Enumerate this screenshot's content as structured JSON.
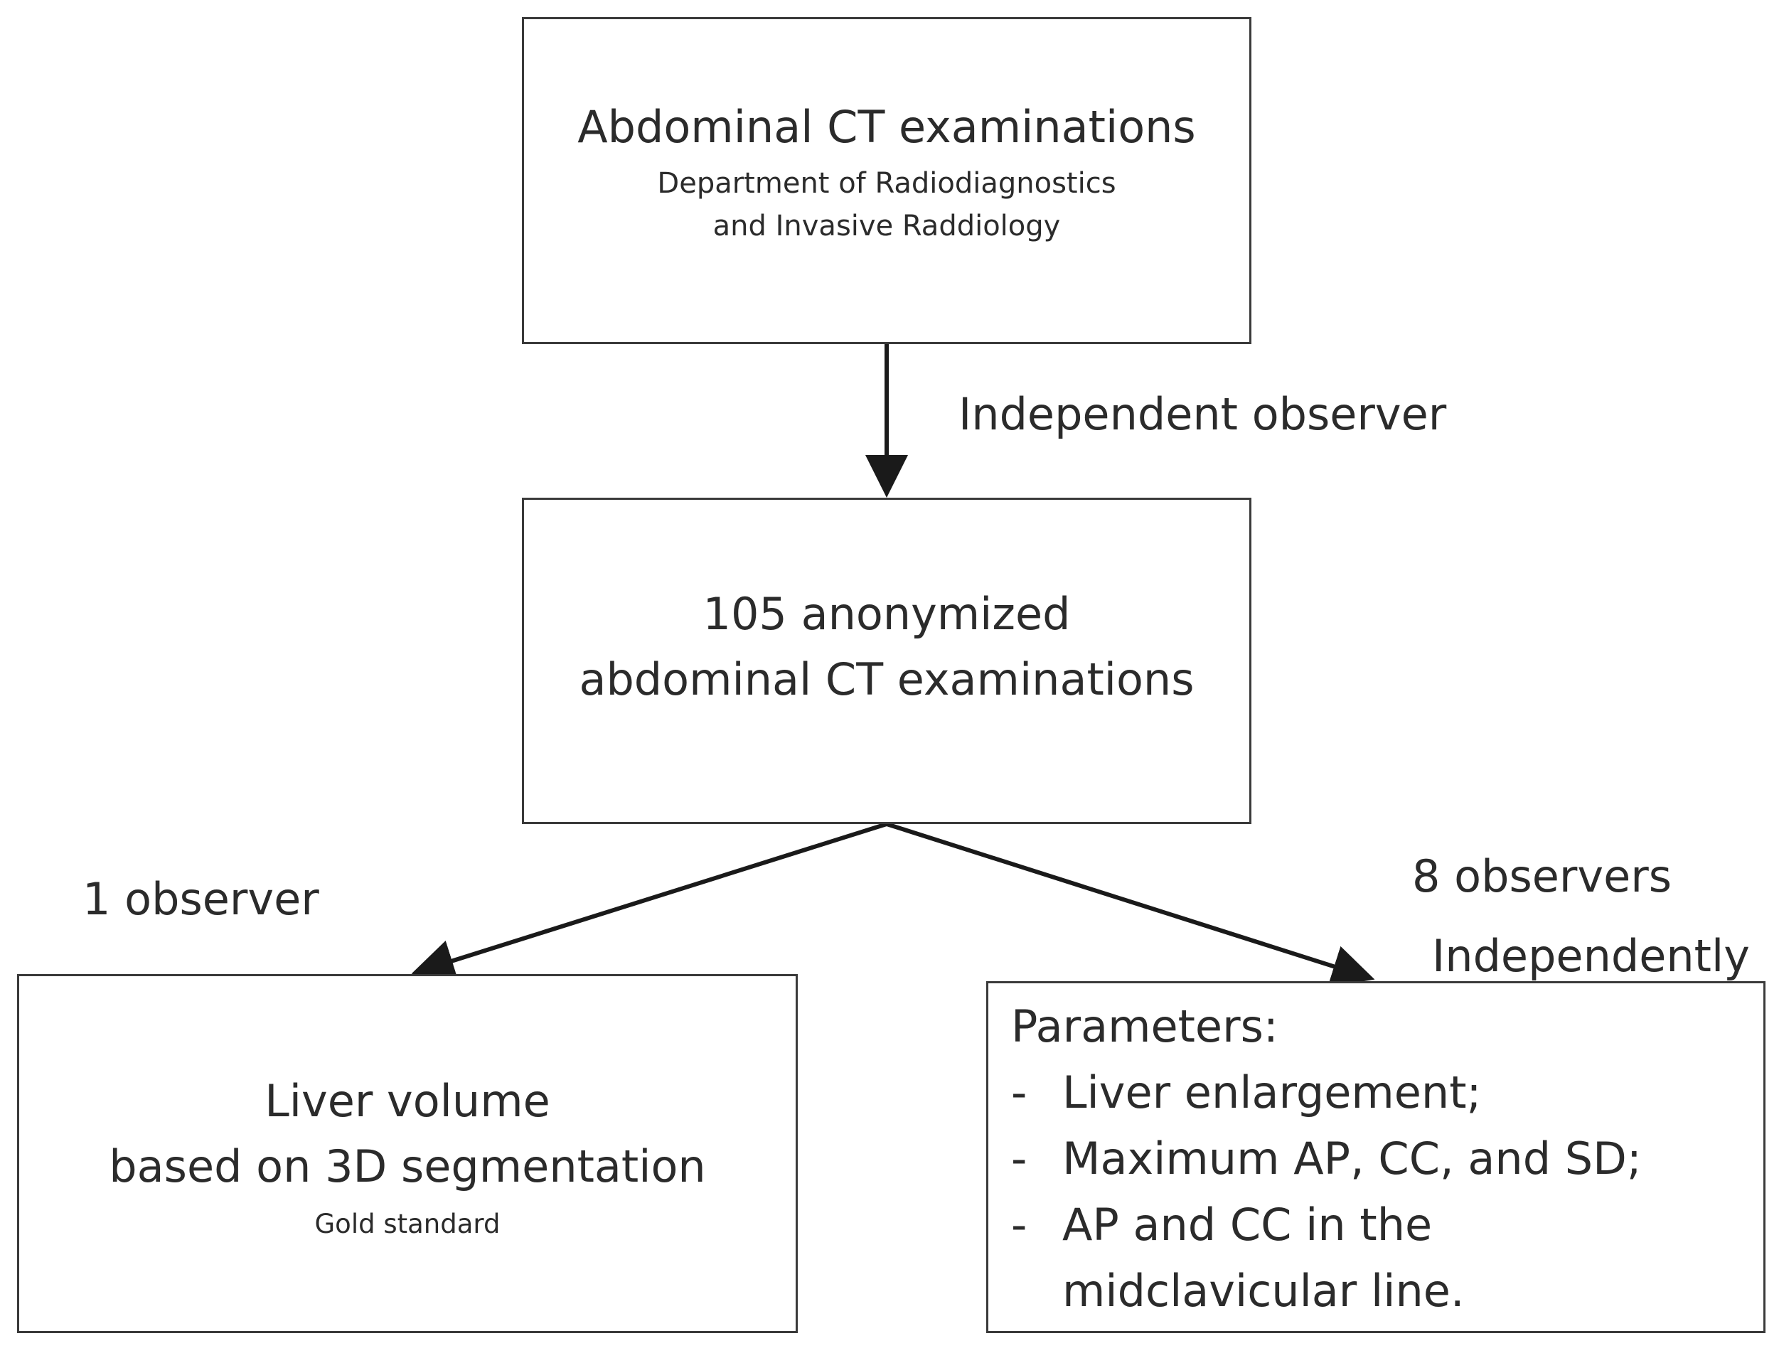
{
  "top_box": {
    "title": "Abdominal CT examinations",
    "subtitle_lines": [
      "Department of Radiodiagnostics",
      "and Invasive Raddiology"
    ]
  },
  "arrow_label_top": "Independent observer",
  "mid_box": {
    "lines": [
      "105 anonymized",
      "abdominal CT examinations"
    ]
  },
  "left_branch": {
    "label": "1 observer",
    "box_lines": [
      "Liver volume",
      "based on 3D segmentation"
    ],
    "box_note": "Gold standard"
  },
  "right_branch": {
    "label": "8 observers",
    "sublabel": "Independently",
    "heading": "Parameters:",
    "items": [
      {
        "bullet": "-",
        "lines": [
          "Liver enlargement;"
        ]
      },
      {
        "bullet": "-",
        "lines": [
          "Maximum AP, CC, and SD;"
        ]
      },
      {
        "bullet": "-",
        "lines": [
          "AP and CC in the",
          "midclavicular line."
        ]
      }
    ]
  }
}
